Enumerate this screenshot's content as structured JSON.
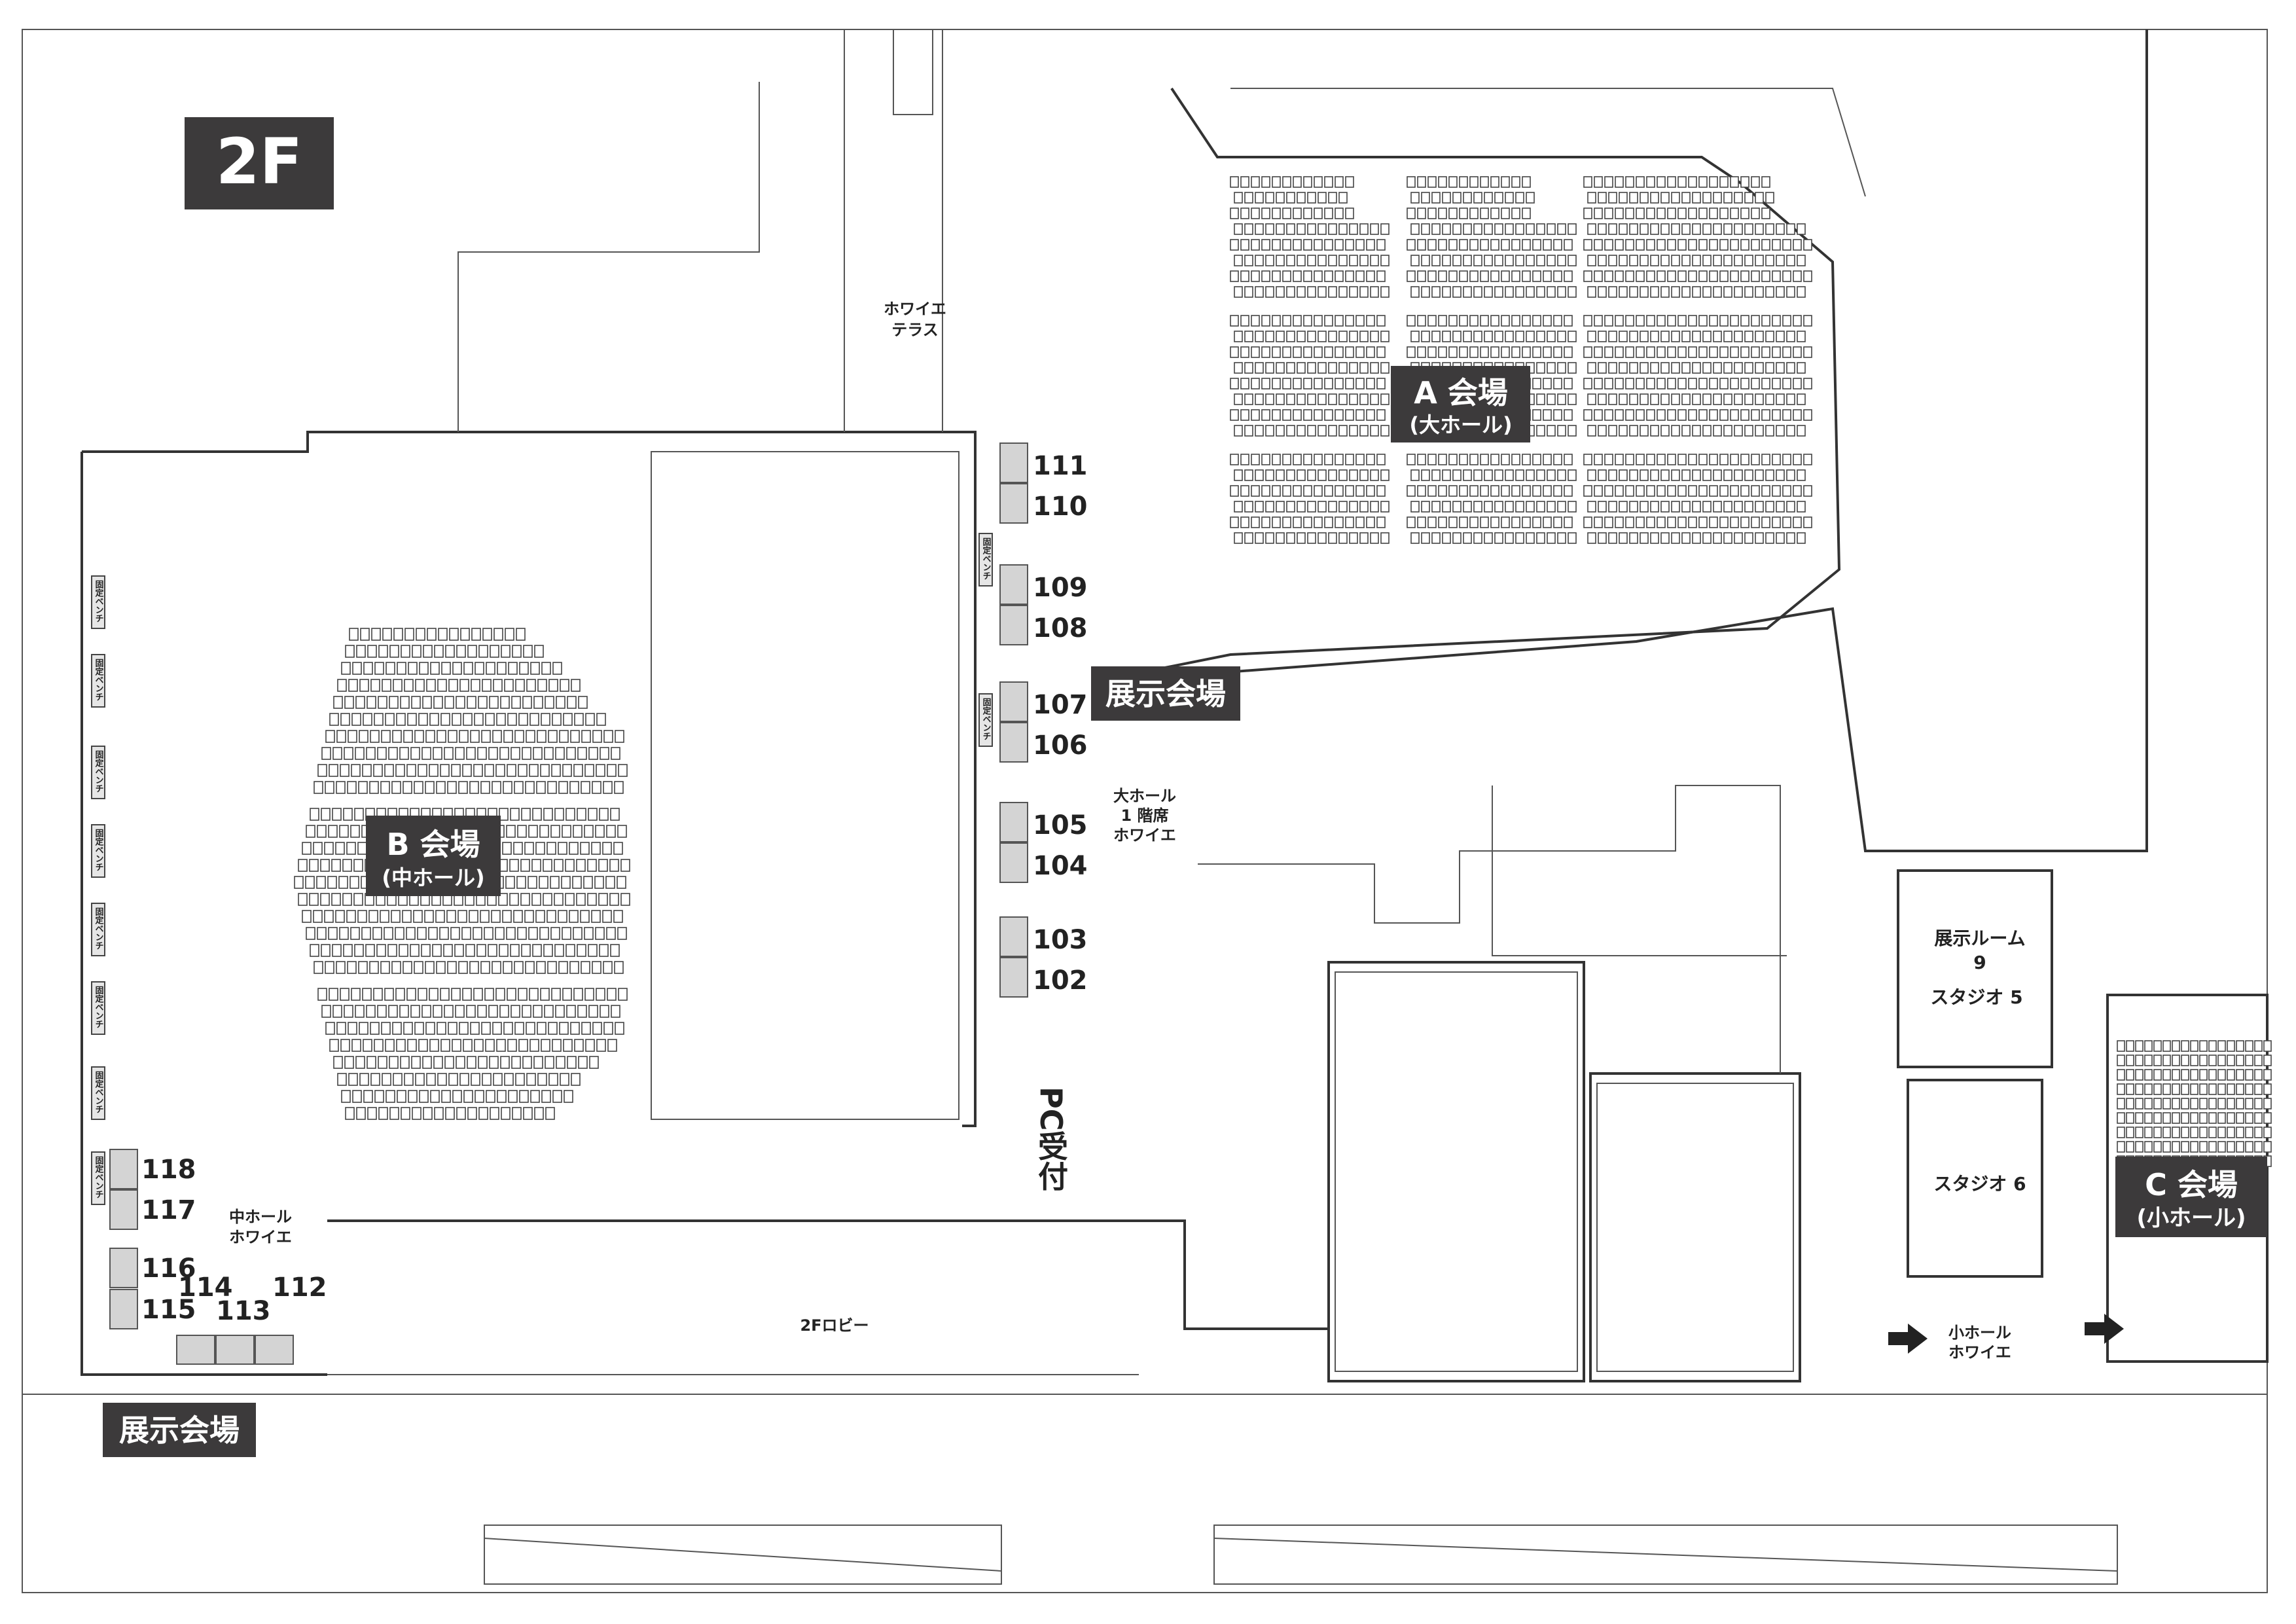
{
  "floor": "2F",
  "halls": {
    "a": {
      "name": "A 会場",
      "sub": "(大ホール)"
    },
    "b": {
      "name": "B 会場",
      "sub": "(中ホール)"
    },
    "c": {
      "name": "C 会場",
      "sub": "(小ホール)"
    }
  },
  "exhibition": {
    "top": "展示会場",
    "bottom": "展示会場"
  },
  "booths_center": [
    "111",
    "110",
    "109",
    "108",
    "107",
    "106",
    "105",
    "104",
    "103",
    "102"
  ],
  "booths_left": [
    "118",
    "117",
    "116",
    "115"
  ],
  "booths_bottom": [
    "114",
    "113",
    "112"
  ],
  "areas": {
    "foyer_terrace": [
      "ホワイエ",
      "テラス"
    ],
    "large_foyer": [
      "大ホール",
      "1 階席",
      "ホワイエ"
    ],
    "pc_reception": "PC受付",
    "middle_foyer": [
      "中ホール",
      "ホワイエ"
    ],
    "lobby": "2Fロビー",
    "exhibit_room": [
      "展示ルーム",
      "9"
    ],
    "studio5": "スタジオ 5",
    "studio6": "スタジオ 6",
    "small_foyer": [
      "小ホール",
      "ホワイエ"
    ]
  },
  "bench_label": "固定ベンチ",
  "colors": {
    "label_bg": "#3c3a3b",
    "booth": "#d4d4d4",
    "wall": "#333333"
  }
}
